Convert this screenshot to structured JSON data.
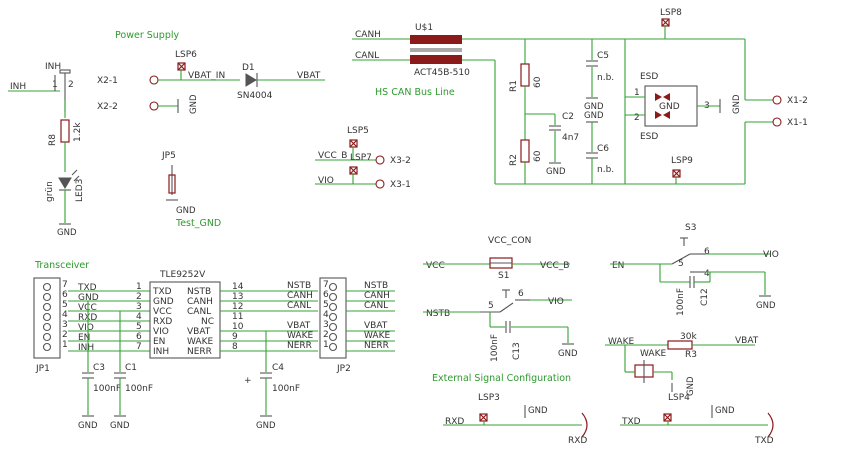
{
  "sections": {
    "power_supply": "Power Supply",
    "hs_can": "HS CAN Bus Line",
    "transceiver": "Transceiver",
    "ext_signal": "External Signal Configuration",
    "test_gnd": "Test_GND"
  },
  "components": {
    "us1": "U$1",
    "act45b": "ACT45B-510",
    "lsp8": "LSP8",
    "lsp6": "LSP6",
    "lsp5": "LSP5",
    "lsp7": "LSP7",
    "lsp9": "LSP9",
    "lsp3": "LSP3",
    "lsp4": "LSP4",
    "d1": "D1",
    "sn4004": "SN4004",
    "r8": "R8",
    "r8_val": "1.2k",
    "led3": "LED3",
    "led3_col": "grün",
    "r1": "R1",
    "r1_val": "60",
    "r2": "R2",
    "r2_val": "60",
    "c5": "C5",
    "c5_val": "n.b.",
    "c6": "C6",
    "c6_val": "n.b.",
    "c2": "C2",
    "c2_val": "4n7",
    "esd1": "ESD",
    "esd2": "ESD",
    "jp5": "JP5",
    "jp1": "JP1",
    "jp2": "JP2",
    "tle": "TLE9252V",
    "c3": "C3",
    "c3_val": "100nF",
    "c1": "C1",
    "c1_val": "100nF",
    "c4": "C4",
    "c4_val": "100nF",
    "vcc_con": "VCC_CON",
    "s1": "S1",
    "c13": "C13",
    "c13_val": "100nF",
    "s3": "S3",
    "c12": "C12",
    "c12_val": "100nF",
    "r3": "R3",
    "r3_val": "30k",
    "wake_sw": "WAKE",
    "inh_part": "INH"
  },
  "nets": {
    "inh": "INH",
    "x2_1": "X2-1",
    "x2_2": "X2-2",
    "vbat_in": "VBAT_IN",
    "vbat": "VBAT",
    "canh": "CANH",
    "canl": "CANL",
    "vcc_b": "VCC_B",
    "vio": "VIO",
    "x3_2": "X3-2",
    "x3_1": "X3-1",
    "x1_2": "X1-2",
    "x1_1": "X1-1",
    "gnd": "GND",
    "vcc": "VCC",
    "nstb": "NSTB",
    "en": "EN",
    "wake": "WAKE",
    "rxd": "RXD",
    "txd": "TXD",
    "rxd_out": "RXD",
    "txd_out": "TXD"
  },
  "ic": {
    "left": [
      {
        "name": "TXD",
        "num": "1"
      },
      {
        "name": "GND",
        "num": "2"
      },
      {
        "name": "VCC",
        "num": "3"
      },
      {
        "name": "RXD",
        "num": "4"
      },
      {
        "name": "VIO",
        "num": "5"
      },
      {
        "name": "EN",
        "num": "6"
      },
      {
        "name": "INH",
        "num": "7"
      }
    ],
    "right": [
      {
        "name": "NSTB",
        "num": "14"
      },
      {
        "name": "CANH",
        "num": "13"
      },
      {
        "name": "CANL",
        "num": "12"
      },
      {
        "name": "NC",
        "num": "11"
      },
      {
        "name": "VBAT",
        "num": "10"
      },
      {
        "name": "WAKE",
        "num": "9"
      },
      {
        "name": "NERR",
        "num": "8"
      }
    ]
  },
  "jp1_nets": [
    "TXD",
    "GND",
    "VCC",
    "RXD",
    "VIO",
    "EN",
    "INH"
  ],
  "jp1_pins": [
    "7",
    "6",
    "5",
    "4",
    "3",
    "2",
    "1"
  ],
  "jp2_nets": [
    "NSTB",
    "CANH",
    "CANL",
    "",
    "VBAT",
    "WAKE",
    "NERR"
  ],
  "jp2_pins": [
    "7",
    "6",
    "5",
    "4",
    "3",
    "2",
    "1"
  ],
  "ic_right_nets": [
    "NSTB",
    "CANH",
    "CANL",
    "",
    "VBAT",
    "WAKE",
    "NERR"
  ],
  "pin_numbers": {
    "inh_1": "1",
    "inh_2": "2",
    "esd_1": "1",
    "esd_2": "2",
    "esd_3": "3",
    "s1_5": "5",
    "s1_6": "6",
    "s3_5": "5",
    "s3_6": "6",
    "s3_4": "4"
  },
  "colors": {
    "wire": "#36a136",
    "body": "#555555",
    "part": "#8b1a1a",
    "section": "#2e9a2e"
  }
}
